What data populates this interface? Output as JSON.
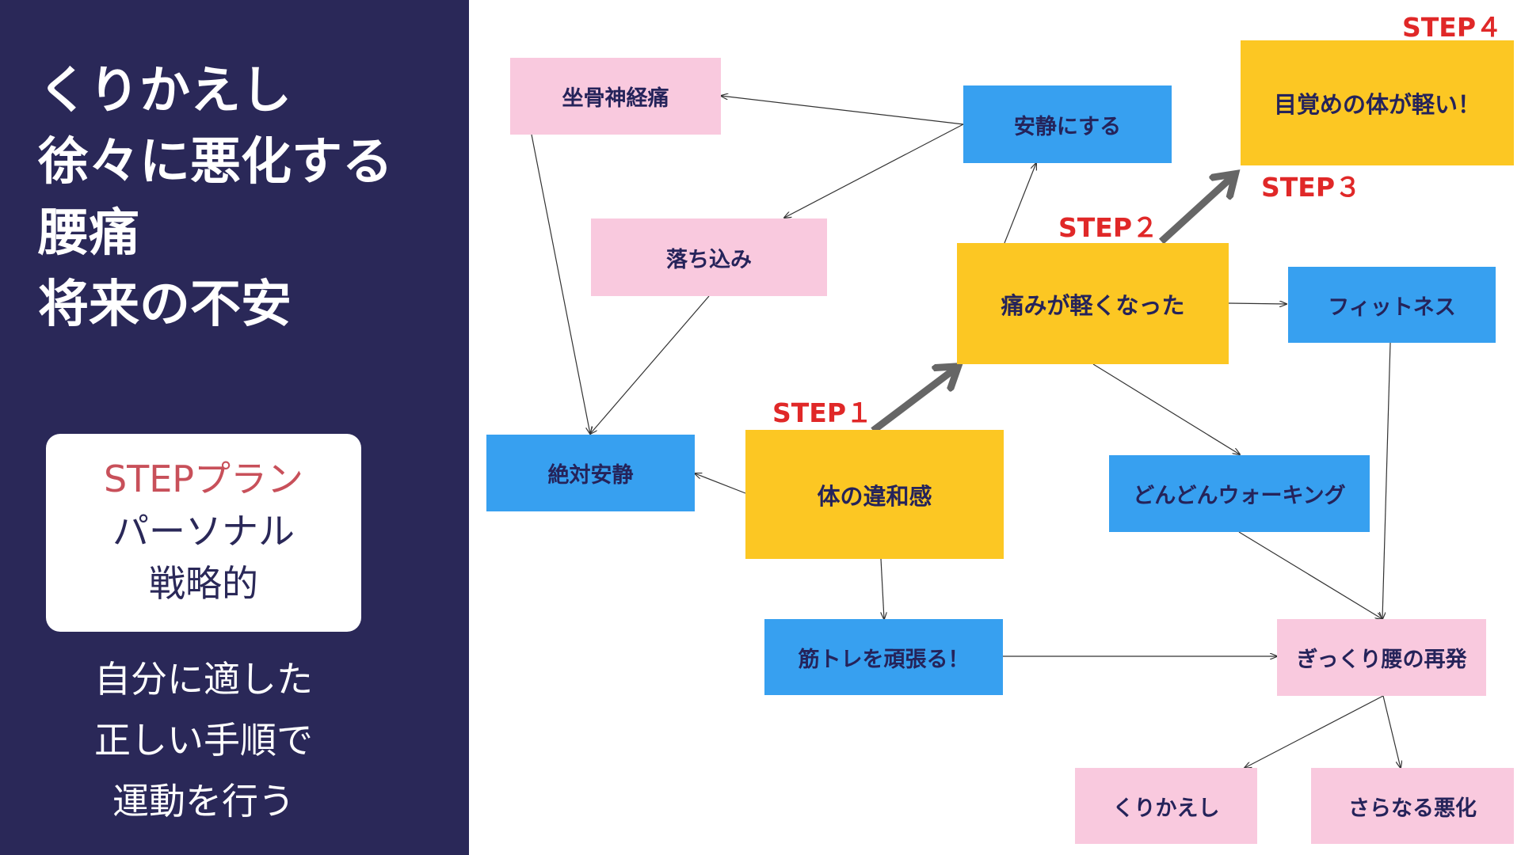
{
  "sidebar": {
    "heading_lines": [
      "くりかえし",
      "徐々に悪化する",
      "腰痛",
      "将来の不安"
    ],
    "plan_card": {
      "title": "STEPプラン",
      "line2": "パーソナル",
      "line3": "戦略的"
    },
    "method_lines": [
      "自分に適した",
      "正しい手順で",
      "運動を行う"
    ]
  },
  "diagram": {
    "nodes": {
      "sciatica": "坐骨神経痛",
      "rest": "安静にする",
      "goal": "目覚めの体が軽い！",
      "depression": "落ち込み",
      "pain_relieved": "痛みが軽くなった",
      "fitness": "フィットネス",
      "absolute_rest": "絶対安静",
      "discomfort": "体の違和感",
      "walking": "どんどんウォーキング",
      "strength_training": "筋トレを頑張る！",
      "relapse": "ぎっくり腰の再発",
      "repeat": "くりかえし",
      "worse": "さらなる悪化"
    },
    "steps": {
      "step1": "STEP１",
      "step2": "STEP２",
      "step3": "STEP３",
      "step4": "STEP４"
    },
    "colors": {
      "panel": "#2a2858",
      "pink": "#f9c9de",
      "blue": "#37a0f0",
      "yellow": "#fcc723",
      "step_text": "#e02828",
      "edge": "#333333",
      "step_arrow": "#666666"
    }
  }
}
